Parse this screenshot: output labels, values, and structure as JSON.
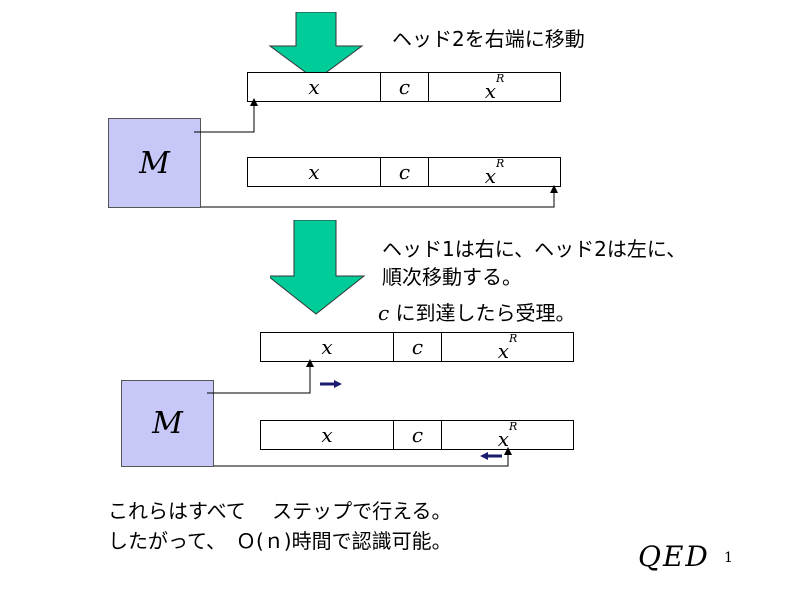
{
  "slide": {
    "caption1": "ヘッド2を右端に移動",
    "caption2_line1": "ヘッド1は右に、ヘッド2は左に、",
    "caption2_line2": "順次移動する。",
    "caption2_line3_math": "c",
    "caption2_line3": " に到達したら受理。",
    "footer_line1": "これらはすべて　 ステップで行える。",
    "footer_line2": "したがって、　Ｏ(ｎ)時間で認識可能。",
    "qed": "QED",
    "page_number": "1"
  },
  "machine_label": "M",
  "tape": {
    "cell_x": "x",
    "cell_c": "c",
    "cell_xr_base": "x",
    "cell_xr_sup": "R"
  },
  "colors": {
    "arrow_fill": "#00cc99",
    "machine_fill": "#c8c8f8",
    "head_arrow": "#1a1a6e"
  }
}
